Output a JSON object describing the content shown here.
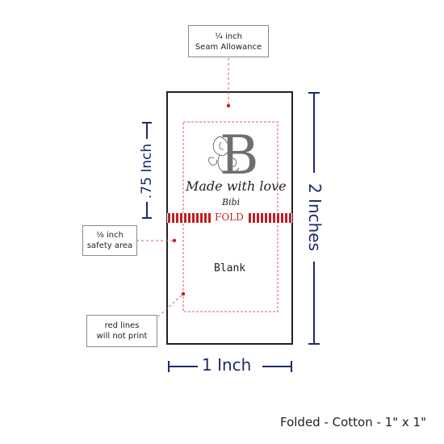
{
  "callouts": {
    "seam_allowance": {
      "line1": "¼ inch",
      "line2": "Seam Allowance"
    },
    "safety_area": {
      "line1": "⅛ inch",
      "line2": "safety area"
    },
    "red_lines": {
      "line1": "red lines",
      "line2": "will not print"
    }
  },
  "dimensions": {
    "width_label": "1 Inch",
    "height_label": "2 Inches",
    "half_label": ".75 Inch"
  },
  "label": {
    "brand_line": "Made with love",
    "brand_name": "Bibi",
    "monogram": "B",
    "fold_text": "FOLD",
    "bottom_text": "Blank"
  },
  "caption": "Folded - Cotton - 1\" x 1\"",
  "colors": {
    "dimension": "#1d2a6b",
    "guide_red": "#e05a6a",
    "fold_red": "#c41e24",
    "outline": "#222222"
  }
}
